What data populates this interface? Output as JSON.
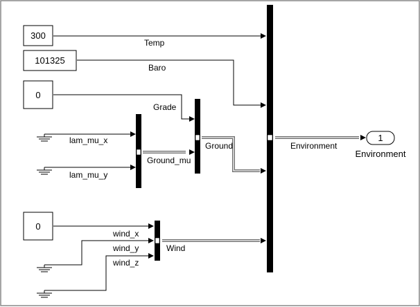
{
  "constants": {
    "temp_value": "300",
    "baro_value": "101325",
    "grade_value": "0",
    "wind_value": "0"
  },
  "signals": {
    "temp": "Temp",
    "baro": "Baro",
    "grade": "Grade",
    "lam_mu_x": "lam_mu_x",
    "lam_mu_y": "lam_mu_y",
    "ground_mu": "Ground_mu",
    "ground": "Ground",
    "wind_x": "wind_x",
    "wind_y": "wind_y",
    "wind_z": "wind_z",
    "wind": "Wind",
    "environment": "Environment"
  },
  "outport": {
    "number": "1",
    "name": "Environment"
  },
  "colors": {
    "border": "#888888",
    "bus_line": "#6e6e6e",
    "block_stroke": "#000000"
  }
}
